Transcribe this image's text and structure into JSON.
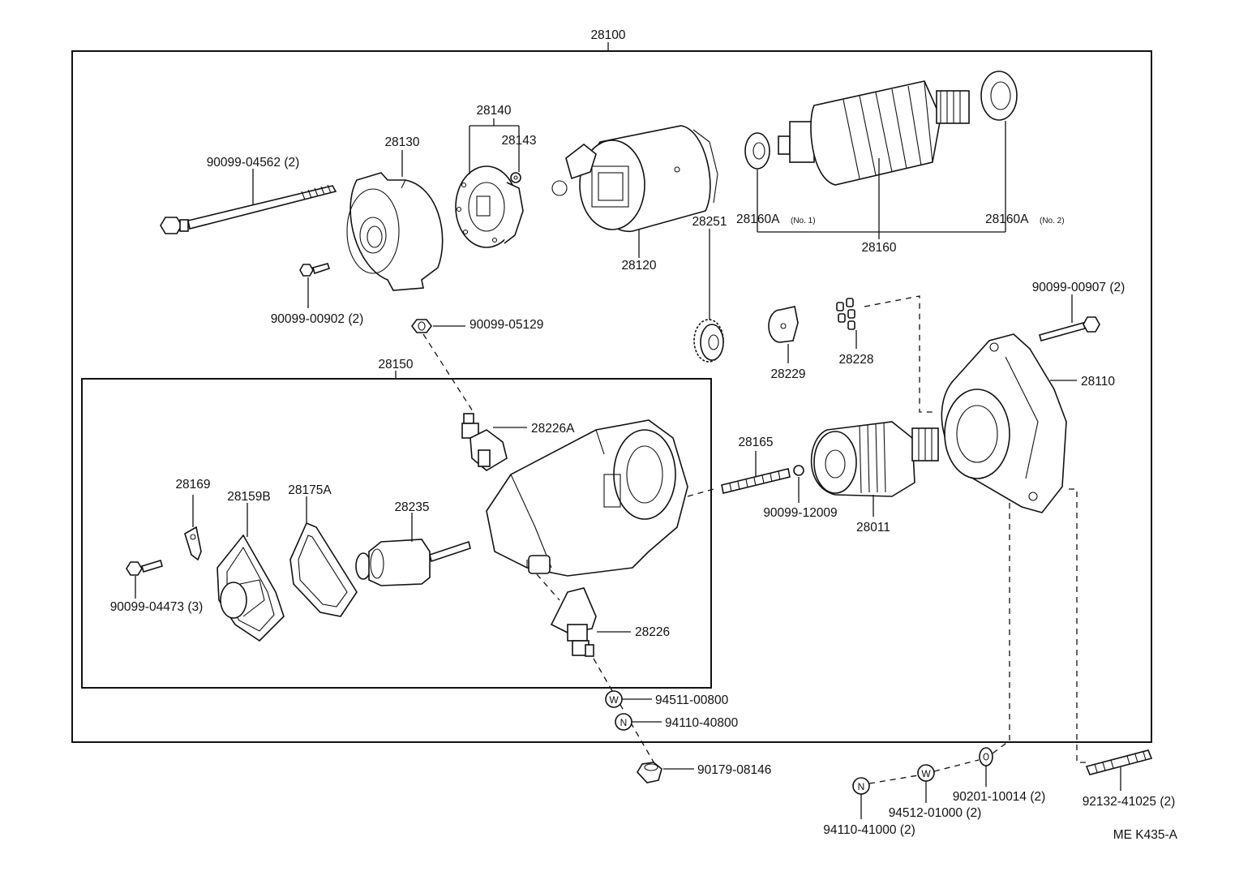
{
  "assembly": {
    "number": "28100"
  },
  "subassembly": {
    "number": "28150"
  },
  "reference_code": "ME K435-A",
  "labels": {
    "bolt_long": "90099-04562 (2)",
    "end_cover": "28130",
    "brush_holder": "28140",
    "brush_spring": "28143",
    "yoke": "28120",
    "bearing_1": "28160A",
    "bearing_1_note": "(No. 1)",
    "bearing_2": "28160A",
    "bearing_2_note": "(No. 2)",
    "armature": "28160",
    "screw_small": "90099-00902 (2)",
    "nut_terminal": "90099-05129",
    "gear_idler": "28251",
    "retainer": "28229",
    "rollers": "28228",
    "bolt_housing": "90099-00907 (2)",
    "housing": "28110",
    "terminal_kit_a": "28226A",
    "clip": "28169",
    "cover": "28159B",
    "gasket": "28175A",
    "plunger": "28235",
    "spring": "28165",
    "ball": "90099-12009",
    "clutch": "28011",
    "screw_cover": "90099-04473 (3)",
    "terminal_kit": "28226",
    "washer_spring": "94511-00800",
    "nut_8": "94110-40800",
    "cap_nut": "90179-08146",
    "washer_plate": "90201-10014 (2)",
    "washer_spring_10": "94512-01000 (2)",
    "nut_10": "94110-41000 (2)",
    "stud": "92132-41025 (2)"
  },
  "symbols": {
    "washer": "W",
    "nut": "N"
  }
}
